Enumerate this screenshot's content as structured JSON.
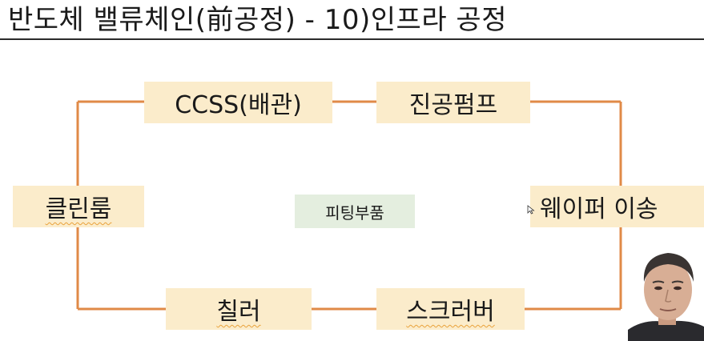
{
  "title": "반도체 밸류체인(前공정) - 10)인프라 공정",
  "diagram": {
    "nodes": {
      "ccss": "CCSS(배관)",
      "vacuum_pump": "진공펌프",
      "clean_room": "클린룸",
      "wafer_transfer": "웨이퍼 이송",
      "chiller": "칠러",
      "scrubber": "스크러버"
    },
    "center_label": "피팅부품"
  },
  "colors": {
    "connector": "#e08a47",
    "node_fill": "#fbeccb",
    "center_fill": "#e4eedf",
    "title_rule": "#2b2b2b"
  },
  "icons": {
    "cursor": "mouse-pointer-icon",
    "presenter": "presenter-webcam-image"
  }
}
